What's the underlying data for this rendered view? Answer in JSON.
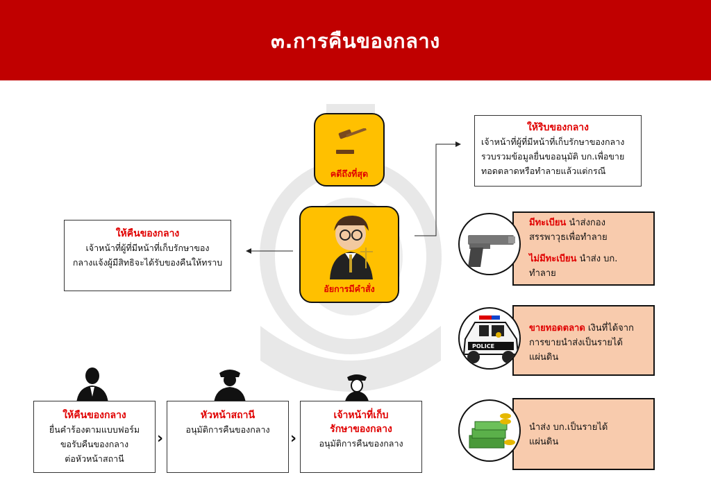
{
  "header": {
    "title": "๓.การคืนของกลาง"
  },
  "final_case": {
    "label": "คดีถึงที่สุด"
  },
  "prosecutor": {
    "label": "อัยการมีคำสั่ง"
  },
  "return_box": {
    "title": "ให้คืนของกลาง",
    "body_1": "เจ้าหน้าที่ผู้ที่มีหน้าที่เก็บรักษาของ",
    "body_2": "กลางแจ้งผู้มีสิทธิจะได้รับของคืนให้ทราบ"
  },
  "seize_box": {
    "title": "ให้ริบของกลาง",
    "body_1": "เจ้าหน้าที่ผู้ที่มีหน้าที่เก็บรักษาของกลาง",
    "body_2": "รวบรวมข้อมูลยื่นขออนุมัติ บก.เพื่อขาย",
    "body_3": "ทอดตลาดหรือทำลายแล้วแต่กรณี"
  },
  "gun_box": {
    "reg_label": "มีทะเบียน",
    "reg_text_1": " นำส่งกอง",
    "reg_text_2": "สรรพาวุธเพื่อทำลาย",
    "unreg_label": "ไม่มีทะเบียน",
    "unreg_text_1": " นำส่ง บก.",
    "unreg_text_2": "ทำลาย"
  },
  "car_box": {
    "label": "ขายทอดตลาด",
    "text_1": " เงินที่ได้จาก",
    "text_2": "การขายนำส่งเป็นรายได้",
    "text_3": "แผ่นดิน"
  },
  "money_box": {
    "text_1": "นำส่ง บก.เป็นรายได้",
    "text_2": "แผ่นดิน"
  },
  "police_car": {
    "text": "POLICE"
  },
  "steps": [
    {
      "title": "ให้คืนของกลาง",
      "body_1": "ยื่นคำร้องตามแบบฟอร์ม",
      "body_2": "ขอรับคืนของกลาง",
      "body_3": "ต่อหัวหน้าสถานี"
    },
    {
      "title": "หัวหน้าสถานี",
      "body_1": "อนุมัติการคืนของกลาง"
    },
    {
      "title_1": "เจ้าหน้าที่เก็บ",
      "title_2": "รักษาของกลาง",
      "body_1": "อนุมัติการคืนของกลาง"
    }
  ],
  "colors": {
    "header_red": "#c00000",
    "title_red": "#e00000",
    "gold": "#ffc000",
    "peach": "#f8cbad"
  }
}
